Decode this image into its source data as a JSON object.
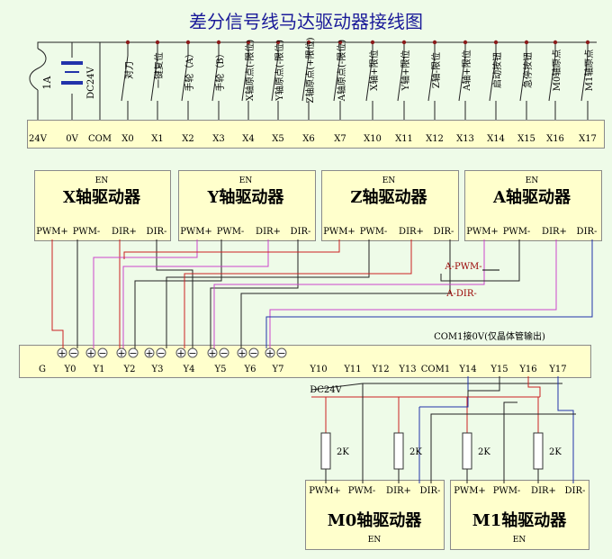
{
  "title": "差分信号线马达驱动器接线图",
  "power": {
    "fuse": "1A",
    "supply": "DC24V"
  },
  "plc_inputs": {
    "terminals": [
      "24V",
      "0V",
      "COM",
      "X0",
      "X1",
      "X2",
      "X3",
      "X4",
      "X5",
      "X6",
      "X7",
      "X10",
      "X11",
      "X12",
      "X13",
      "X14",
      "X15",
      "X16",
      "X17"
    ],
    "labels": [
      "对刀",
      "一键复位",
      "手轮（A）",
      "手轮（B）",
      "X轴原点(-限位)",
      "Y轴原点(-限位)",
      "Z轴原点(+限位)",
      "A轴原点(-限位)",
      "X轴+限位",
      "Y轴+限位",
      "Z轴-限位",
      "A轴+限位",
      "启动按钮",
      "急停按钮",
      "M0轴原点",
      "M1轴原点"
    ]
  },
  "drivers_top": [
    {
      "name": "X轴驱动器",
      "en": "EN",
      "pins": [
        "PWM+",
        "PWM-",
        "DIR+",
        "DIR-"
      ]
    },
    {
      "name": "Y轴驱动器",
      "en": "EN",
      "pins": [
        "PWM+",
        "PWM-",
        "DIR+",
        "DIR-"
      ]
    },
    {
      "name": "Z轴驱动器",
      "en": "EN",
      "pins": [
        "PWM+",
        "PWM-",
        "DIR+",
        "DIR-"
      ]
    },
    {
      "name": "A轴驱动器",
      "en": "EN",
      "pins": [
        "PWM+",
        "PWM-",
        "DIR+",
        "DIR-"
      ]
    }
  ],
  "wire_labels": {
    "a_pwm": "A-PWM-",
    "a_dir": "A-DIR-"
  },
  "plc_outputs": {
    "com_note": "COM1接0V(仅晶体管输出)",
    "terminals": [
      "G",
      "Y0",
      "Y1",
      "Y2",
      "Y3",
      "Y4",
      "Y5",
      "Y6",
      "Y7",
      "Y10",
      "Y11",
      "Y12",
      "Y13",
      "COM1",
      "Y14",
      "Y15",
      "Y16",
      "Y17"
    ]
  },
  "lower_supply": "DC24V",
  "resistors": [
    "2K",
    "2K",
    "2K",
    "2K"
  ],
  "drivers_bottom": [
    {
      "name": "M0轴驱动器",
      "en": "EN",
      "pins": [
        "PWM+",
        "PWM-",
        "DIR+",
        "DIR-"
      ]
    },
    {
      "name": "M1轴驱动器",
      "en": "EN",
      "pins": [
        "PWM+",
        "PWM-",
        "DIR+",
        "DIR-"
      ]
    }
  ]
}
